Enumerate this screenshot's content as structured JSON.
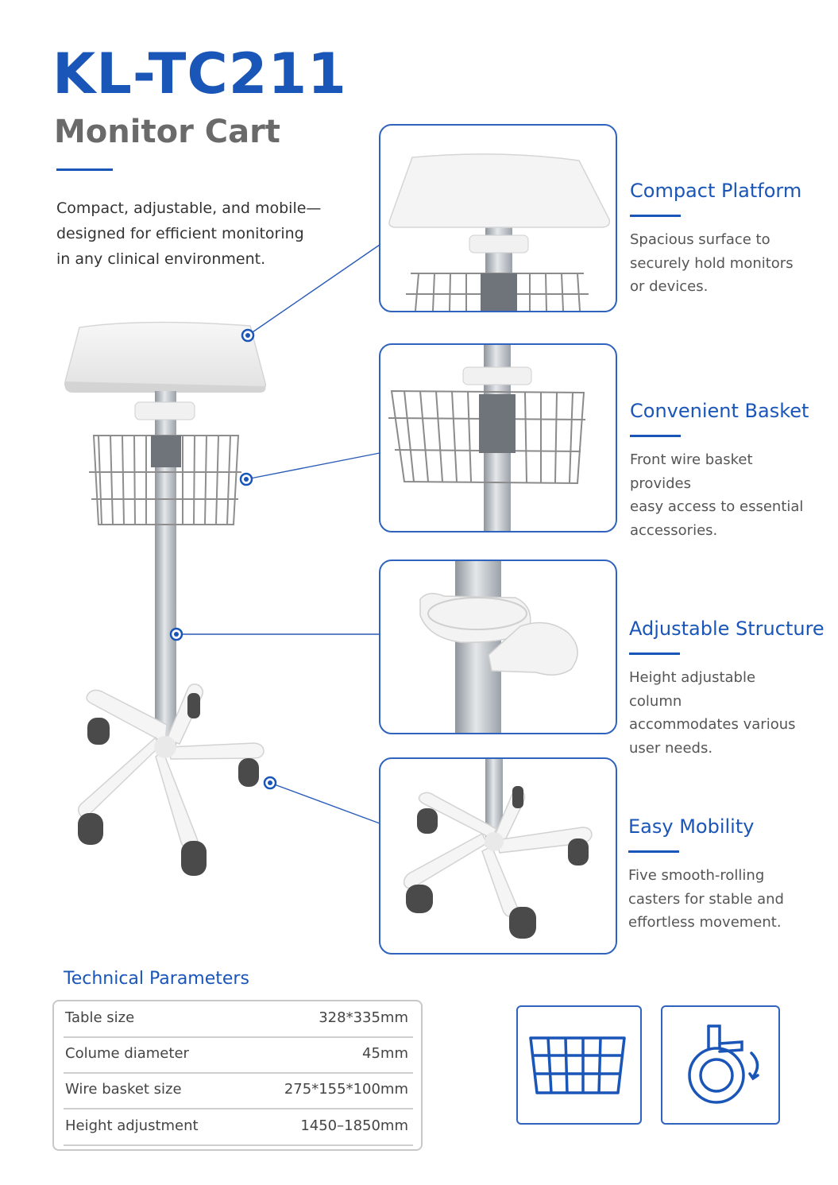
{
  "header": {
    "model": "KL-TC211",
    "subtitle": "Monitor Cart",
    "intro_lines": [
      "Compact, adjustable, and mobile—",
      "designed for efficient monitoring",
      "in any clinical environment."
    ]
  },
  "features": [
    {
      "title": "Compact Platform",
      "desc_lines": [
        "Spacious surface to",
        "securely hold monitors",
        "or devices."
      ]
    },
    {
      "title": "Convenient Basket",
      "desc_lines": [
        "Front wire basket provides",
        "easy access to essential",
        "accessories."
      ]
    },
    {
      "title": "Adjustable Structure",
      "desc_lines": [
        "Height adjustable column",
        "accommodates various",
        "user needs."
      ]
    },
    {
      "title": "Easy Mobility",
      "desc_lines": [
        "Five smooth-rolling",
        "casters for stable and",
        "effortless movement."
      ]
    }
  ],
  "parameters": {
    "title": "Technical Parameters",
    "rows": [
      {
        "label": "Table size",
        "value": "328*335mm"
      },
      {
        "label": "Colume diameter",
        "value": "45mm"
      },
      {
        "label": "Wire basket size",
        "value": "275*155*100mm"
      },
      {
        "label": "Height adjustment",
        "value": "1450–1850mm"
      }
    ]
  },
  "icons": [
    "basket-icon",
    "caster-wheel-icon"
  ],
  "colors": {
    "accent": "#1a55b8",
    "frame": "#2f63bd",
    "metal": "#b9bec4",
    "white_part": "#f3f3f3"
  }
}
